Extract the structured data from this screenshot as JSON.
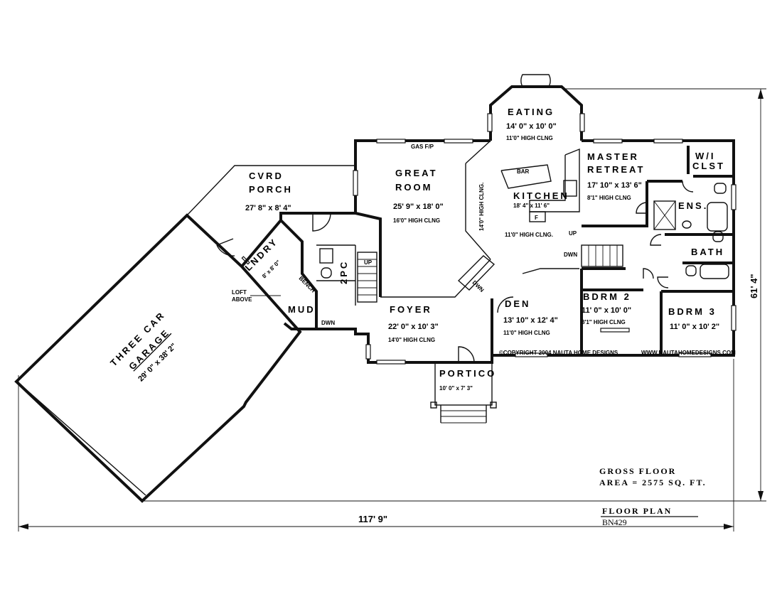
{
  "rooms": {
    "eating": {
      "name": "EATING",
      "size": "14' 0\" x 10' 0\"",
      "ceiling": "11'0\" HIGH CLNG"
    },
    "great_room": {
      "name1": "GREAT",
      "name2": "ROOM",
      "size": "25' 9\" x 18' 0\"",
      "ceiling": "16'0\" HIGH CLNG",
      "fireplace": "GAS F/P"
    },
    "master": {
      "name1": "MASTER",
      "name2": "RETREAT",
      "size": "17' 10\" x 13' 6\"",
      "ceiling": "8'1\" HIGH CLNG"
    },
    "wic": {
      "name1": "W/I",
      "name2": "CLST"
    },
    "kitchen": {
      "name": "KITCHEN",
      "size": "18' 4\" x 11' 6\"",
      "bar": "BAR",
      "fridge": "F"
    },
    "ens": {
      "name": "ENS."
    },
    "bath": {
      "name": "BATH"
    },
    "porch": {
      "name1": "CVRD",
      "name2": "PORCH",
      "size": "27' 8\" x 8' 4\""
    },
    "laundry": {
      "name": "LNDRY",
      "size": "8' x 8' 0\""
    },
    "pc": {
      "name": "2PC"
    },
    "hall": {
      "ceiling": "11'0\" HIGH CLNG.",
      "ceiling_vert": "14'0\" HIGH CLNG."
    },
    "foyer": {
      "name": "FOYER",
      "size": "22' 0\" x 10' 3\"",
      "ceiling": "14'0\" HIGH CLNG"
    },
    "den": {
      "name": "DEN",
      "size": "13' 10\" x 12' 4\"",
      "ceiling": "11'0\" HIGH CLNG"
    },
    "bdrm2": {
      "name": "BDRM 2",
      "size": "11' 0\" x 10' 0\"",
      "ceiling": "8'1\" HIGH CLNG"
    },
    "bdrm3": {
      "name": "BDRM 3",
      "size": "11' 0\" x 10' 2\""
    },
    "mud": {
      "name": "MUD"
    },
    "portico": {
      "name": "PORTICO",
      "size": "10' 0\" x 7' 3\""
    },
    "garage": {
      "name1": "THREE CAR",
      "name2": "GARAGE",
      "size": "29' 0\" x 38' 2\""
    }
  },
  "annotations": {
    "bench": "BENCH",
    "loft1": "LOFT",
    "loft2": "ABOVE",
    "up1": "UP",
    "up2": "UP",
    "dwn1": "DWN",
    "dwn2": "DWN",
    "dwn3": "DWN",
    "copyright": "©COPYRIGHT 2004 NAUTA HOME DESIGNS",
    "website": "WWW.NAUTAHOMEDESIGNS.COM"
  },
  "dimensions": {
    "width": "117' 9\"",
    "depth": "61' 4\""
  },
  "footer": {
    "gross1": "GROSS FLOOR",
    "gross2": "AREA = 2575 SQ. FT.",
    "title": "FLOOR PLAN",
    "code": "BN429"
  }
}
